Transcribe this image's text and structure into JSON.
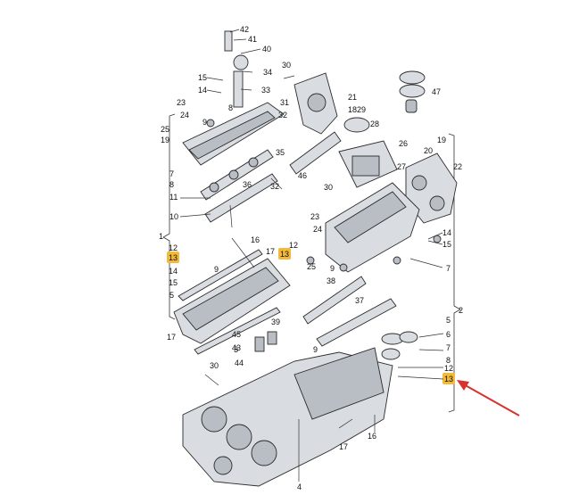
{
  "diagram": {
    "labels": [
      {
        "id": "l42",
        "text": "42"
      },
      {
        "id": "l41",
        "text": "41"
      },
      {
        "id": "l40",
        "text": "40"
      },
      {
        "id": "l30a",
        "text": "30"
      },
      {
        "id": "l15a",
        "text": "15"
      },
      {
        "id": "l34",
        "text": "34"
      },
      {
        "id": "l14a",
        "text": "14"
      },
      {
        "id": "l33",
        "text": "33"
      },
      {
        "id": "l31",
        "text": "31"
      },
      {
        "id": "l23a",
        "text": "23"
      },
      {
        "id": "l24",
        "text": "24"
      },
      {
        "id": "l9a",
        "text": "9"
      },
      {
        "id": "l8a",
        "text": "8"
      },
      {
        "id": "l32a",
        "text": "32"
      },
      {
        "id": "l25a",
        "text": "25"
      },
      {
        "id": "l19",
        "text": "19"
      },
      {
        "id": "l35",
        "text": "35"
      },
      {
        "id": "l36",
        "text": "36"
      },
      {
        "id": "l32b",
        "text": "32"
      },
      {
        "id": "l46",
        "text": "46"
      },
      {
        "id": "l21",
        "text": "21"
      },
      {
        "id": "l18",
        "text": "18"
      },
      {
        "id": "l29",
        "text": "29"
      },
      {
        "id": "l28",
        "text": "28"
      },
      {
        "id": "l47",
        "text": "47"
      },
      {
        "id": "l26",
        "text": "26"
      },
      {
        "id": "l20",
        "text": "20"
      },
      {
        "id": "l19b",
        "text": "19"
      },
      {
        "id": "l27",
        "text": "27"
      },
      {
        "id": "l22",
        "text": "22"
      },
      {
        "id": "l7a",
        "text": "7"
      },
      {
        "id": "l8b",
        "text": "8"
      },
      {
        "id": "l11a",
        "text": "11"
      },
      {
        "id": "l10a",
        "text": "10"
      },
      {
        "id": "l1",
        "text": "1"
      },
      {
        "id": "l12a",
        "text": "12"
      },
      {
        "id": "l13a",
        "text": "13"
      },
      {
        "id": "l14b",
        "text": "14"
      },
      {
        "id": "l15b",
        "text": "15"
      },
      {
        "id": "l5",
        "text": "5"
      },
      {
        "id": "l16a",
        "text": "16"
      },
      {
        "id": "l17a",
        "text": "17"
      },
      {
        "id": "l9b",
        "text": "9"
      },
      {
        "id": "l12b",
        "text": "12"
      },
      {
        "id": "l13b",
        "text": "13"
      },
      {
        "id": "l30b",
        "text": "30"
      },
      {
        "id": "l23b",
        "text": "23"
      },
      {
        "id": "l24b",
        "text": "24"
      },
      {
        "id": "l25b",
        "text": "25"
      },
      {
        "id": "l9c",
        "text": "9"
      },
      {
        "id": "l14c",
        "text": "14"
      },
      {
        "id": "l15c",
        "text": "15"
      },
      {
        "id": "l7b",
        "text": "7"
      },
      {
        "id": "l38",
        "text": "38"
      },
      {
        "id": "l37",
        "text": "37"
      },
      {
        "id": "l2",
        "text": "2"
      },
      {
        "id": "l17b",
        "text": "17"
      },
      {
        "id": "l39",
        "text": "39"
      },
      {
        "id": "l3",
        "text": "3"
      },
      {
        "id": "l45",
        "text": "45"
      },
      {
        "id": "l43",
        "text": "43"
      },
      {
        "id": "l44",
        "text": "44"
      },
      {
        "id": "l30c",
        "text": "30"
      },
      {
        "id": "l9d",
        "text": "9"
      },
      {
        "id": "l5b",
        "text": "5"
      },
      {
        "id": "l6",
        "text": "6"
      },
      {
        "id": "l7c",
        "text": "7"
      },
      {
        "id": "l8c",
        "text": "8"
      },
      {
        "id": "l12c",
        "text": "12"
      },
      {
        "id": "l13c",
        "text": "13"
      },
      {
        "id": "l17c",
        "text": "17"
      },
      {
        "id": "l16b",
        "text": "16"
      },
      {
        "id": "l4",
        "text": "4"
      }
    ],
    "highlight_color": "#f2b93a",
    "arrow_color": "#d8322e"
  }
}
